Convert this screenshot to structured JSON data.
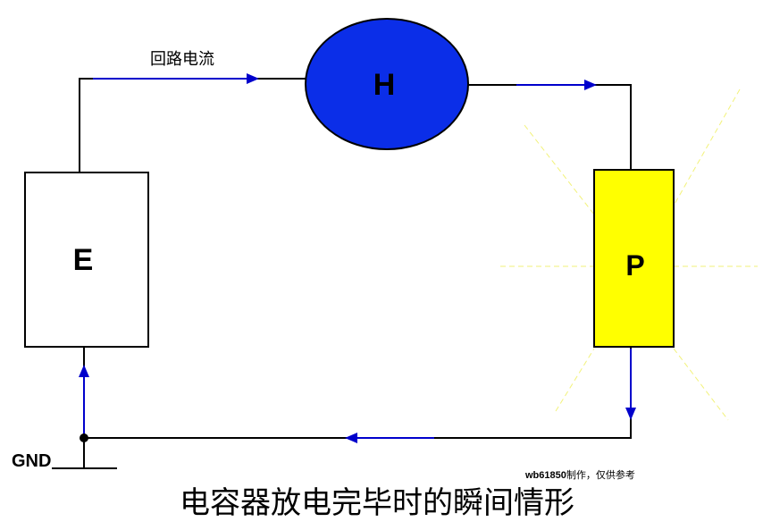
{
  "labels": {
    "current": "回路电流",
    "source": "E",
    "heater": "H",
    "load": "P",
    "ground": "GND",
    "credit_id": "wb61850",
    "credit_suffix": "制作，仅供参考",
    "caption": "电容器放电完毕时的瞬间情形"
  },
  "colors": {
    "wire": "#000000",
    "current_arrow": "#0000cc",
    "heater_fill": "#0b2ee8",
    "load_fill": "#ffff00",
    "glow": "#f2f27a",
    "box_stroke": "#000000"
  }
}
